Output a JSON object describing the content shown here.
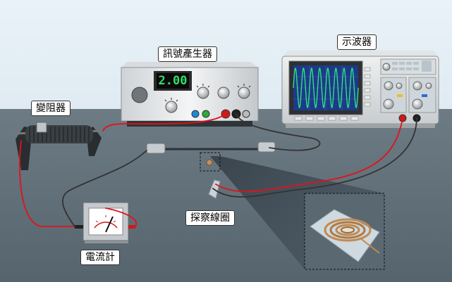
{
  "labels": {
    "signal_generator": "訊號產生器",
    "oscilloscope": "示波器",
    "rheostat": "變阻器",
    "ammeter": "電流計",
    "probe_coil": "探察線圈"
  },
  "signal_generator": {
    "display_value": "2.00"
  },
  "colors": {
    "wire_red": "#e0121a",
    "wire_black": "#333333",
    "trace_green": "#2ee07a",
    "scope_screen": "#1d3a8a",
    "floor": "#5f6e78"
  }
}
